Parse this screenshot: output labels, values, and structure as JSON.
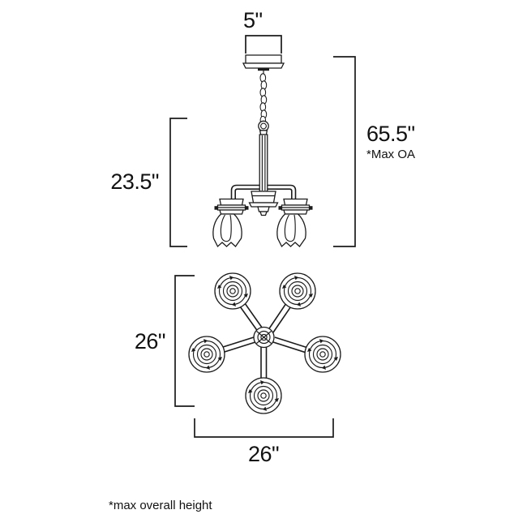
{
  "document": {
    "type": "product-dimension-spec-drawing",
    "subject": "5-light chandelier",
    "background_color": "#ffffff",
    "line_color": "#1b1b1b"
  },
  "dimensions": {
    "canopy_width": {
      "label": "5\"",
      "value": 5,
      "unit": "in",
      "orientation": "horizontal",
      "view": "side"
    },
    "body_height": {
      "label": "23.5\"",
      "value": 23.5,
      "unit": "in",
      "orientation": "vertical",
      "view": "side"
    },
    "max_overall_height": {
      "label": "65.5\"",
      "value": 65.5,
      "unit": "in",
      "orientation": "vertical",
      "view": "side",
      "note": "*Max OA"
    },
    "plan_height": {
      "label": "26\"",
      "value": 26,
      "unit": "in",
      "orientation": "vertical",
      "view": "top"
    },
    "plan_width": {
      "label": "26\"",
      "value": 26,
      "unit": "in",
      "orientation": "horizontal",
      "view": "top"
    }
  },
  "footnote": {
    "text": "*max overall height"
  },
  "views": {
    "side": {
      "name": "side-elevation-view",
      "parts": [
        "canopy",
        "chain",
        "loop",
        "stem",
        "center-hub",
        "arms",
        "sockets",
        "bulbs"
      ],
      "bulb_count_visible": 2
    },
    "top": {
      "name": "top-plan-view",
      "parts": [
        "center-hub",
        "arms",
        "sockets"
      ],
      "arm_count": 5
    }
  }
}
